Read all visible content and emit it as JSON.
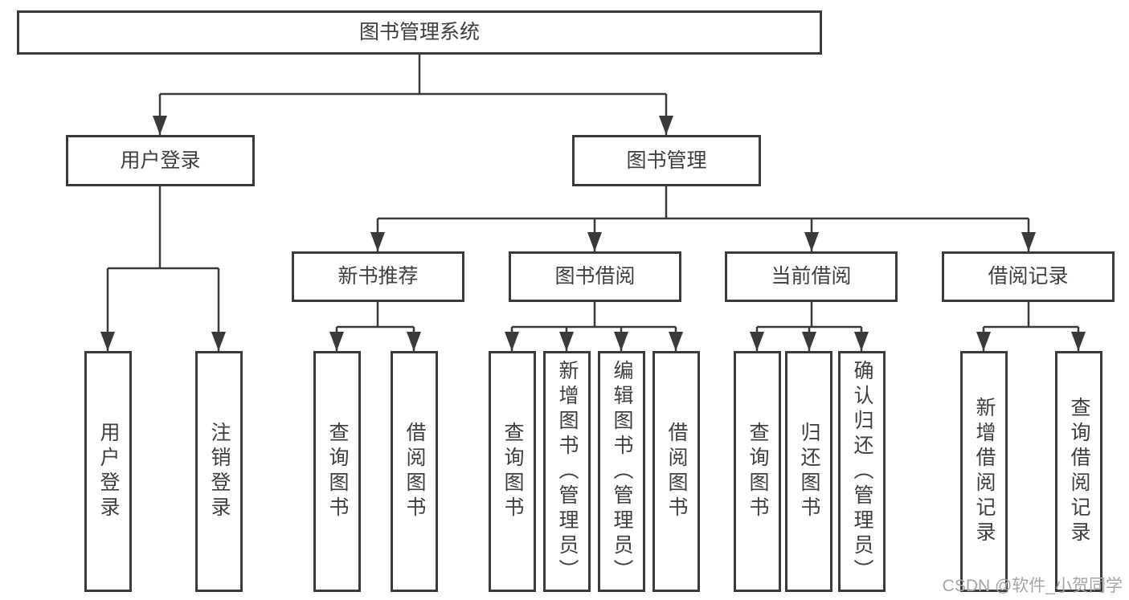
{
  "diagram_title": "图书管理系统",
  "watermark": "CSDN @软件_小贺同学",
  "colors": {
    "line": "#3a3a3a",
    "text": "#3f3f3f",
    "box_fill": "#ffffff",
    "background": "#ffffff",
    "watermark": "#a6a6a6"
  },
  "tree": {
    "root": "图书管理系统",
    "user_login": {
      "label": "用户登录",
      "children": [
        "用户登录",
        "注销登录"
      ]
    },
    "book_mgmt": {
      "label": "图书管理",
      "new_books": {
        "label": "新书推荐",
        "children": [
          "查询图书",
          "借阅图书"
        ]
      },
      "borrowing": {
        "label": "图书借阅",
        "children": [
          "查询图书",
          "新增图书（管理员）",
          "编辑图书（管理员）",
          "借阅图书"
        ]
      },
      "current": {
        "label": "当前借阅",
        "children": [
          "查询图书",
          "归还图书",
          "确认归还（管理员）"
        ]
      },
      "records": {
        "label": "借阅记录",
        "children": [
          "新增借阅记录",
          "查询借阅记录"
        ]
      }
    }
  }
}
